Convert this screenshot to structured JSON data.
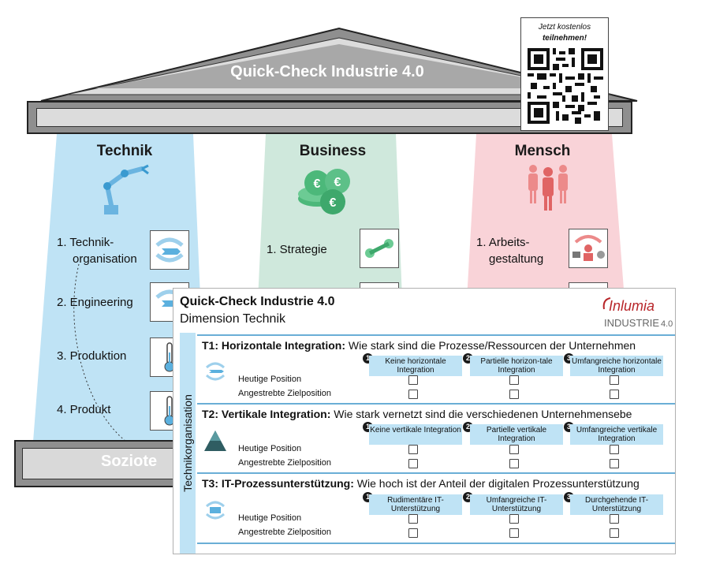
{
  "roof": {
    "title": "Quick-Check Industrie 4.0"
  },
  "qr": {
    "line1": "Jetzt kostenlos",
    "line2": "teilnehmen!"
  },
  "columns": [
    {
      "title": "Technik",
      "items": [
        "1. Technik-",
        "organisation",
        "2. Engineering",
        "3. Produktion",
        "4. Produkt"
      ]
    },
    {
      "title": "Business",
      "items": [
        "1. Strategie"
      ]
    },
    {
      "title": "Mensch",
      "items": [
        "1. Arbeits-",
        "gestaltung"
      ]
    }
  ],
  "base": {
    "text": "Soziote"
  },
  "card": {
    "title": "Quick-Check Industrie 4.0",
    "subtitle": "Dimension Technik",
    "logo": {
      "brand": "Inlumia",
      "line": "INDUSTRIE",
      "version": "4.0"
    },
    "sidebar_label": "Technikorganisation",
    "row_labels": {
      "current": "Heutige Position",
      "target": "Angestrebte Zielposition"
    },
    "numbers": [
      "1",
      "2",
      "3"
    ],
    "questions": [
      {
        "code": "T1: Horizontale Integration:",
        "text": " Wie stark sind die Prozesse/Ressourcen der Unternehmen",
        "options": [
          "Keine horizontale Integration",
          "Partielle horizon-tale Integration",
          "Umfangreiche horizontale Integration"
        ]
      },
      {
        "code": "T2: Vertikale Integration:",
        "text": " Wie stark vernetzt sind die verschiedenen Unternehmensebe",
        "options": [
          "Keine vertikale Integration",
          "Partielle vertikale Integration",
          "Umfangreiche vertikale Integration"
        ]
      },
      {
        "code": "T3: IT-Prozessunterstützung:",
        "text": " Wie hoch ist der Anteil der digitalen Prozessunterstützung",
        "options": [
          "Rudimentäre IT-Unterstützung",
          "Umfangreiche IT-Unterstützung",
          "Durchgehende IT- Unterstützung"
        ]
      }
    ]
  },
  "colors": {
    "technik": "#bfe3f5",
    "business": "#cfe8dc",
    "mensch": "#f9d3d8",
    "accent": "#b8262a",
    "line": "#6aaed6"
  }
}
